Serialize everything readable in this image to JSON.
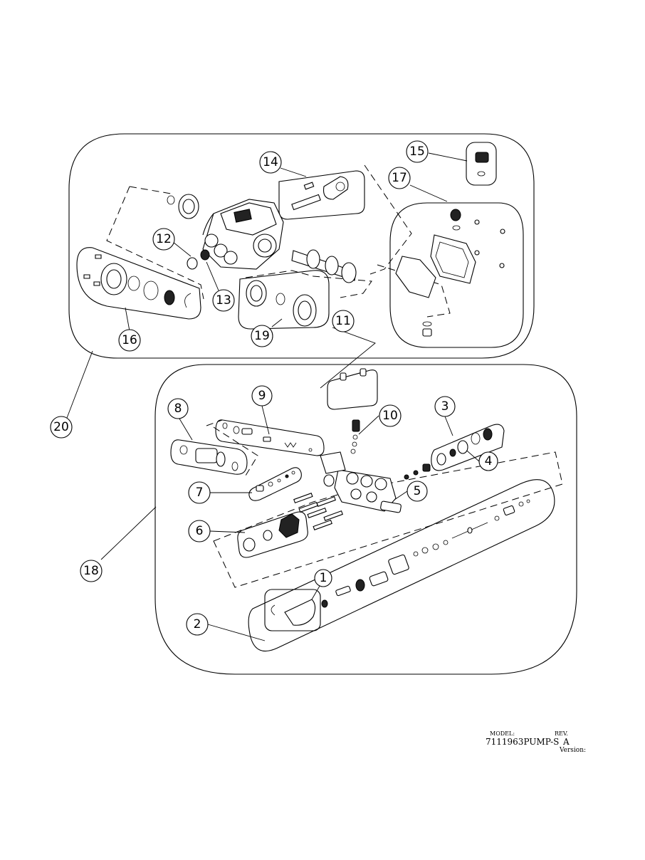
{
  "callouts": [
    {
      "id": "1",
      "label": "1"
    },
    {
      "id": "2",
      "label": "2"
    },
    {
      "id": "3",
      "label": "3"
    },
    {
      "id": "4",
      "label": "4"
    },
    {
      "id": "5",
      "label": "5"
    },
    {
      "id": "6",
      "label": "6"
    },
    {
      "id": "7",
      "label": "7"
    },
    {
      "id": "8",
      "label": "8"
    },
    {
      "id": "9",
      "label": "9"
    },
    {
      "id": "10",
      "label": "10"
    },
    {
      "id": "11",
      "label": "11"
    },
    {
      "id": "12",
      "label": "12"
    },
    {
      "id": "13",
      "label": "13"
    },
    {
      "id": "14",
      "label": "14"
    },
    {
      "id": "15",
      "label": "15"
    },
    {
      "id": "16",
      "label": "16"
    },
    {
      "id": "17",
      "label": "17"
    },
    {
      "id": "18",
      "label": "18"
    },
    {
      "id": "19",
      "label": "19"
    },
    {
      "id": "20",
      "label": "20"
    }
  ],
  "title_block": {
    "model_label": "MODEL:",
    "model_value": "7111963PUMP-S",
    "rev_label": "REV.",
    "rev_value": "A",
    "version_label": "Version:"
  }
}
